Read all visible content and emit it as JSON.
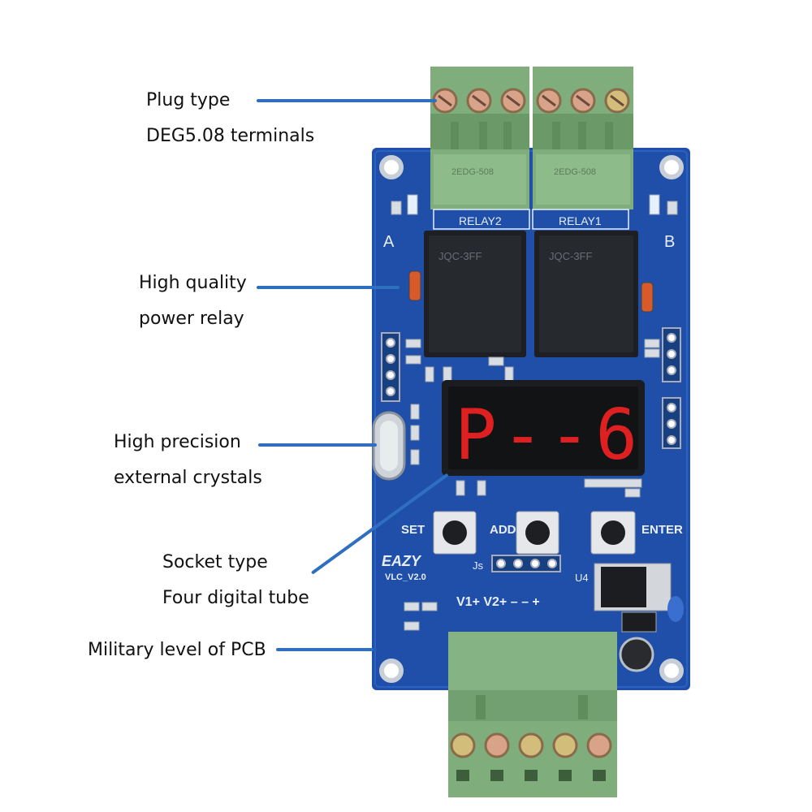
{
  "callouts": {
    "plug": [
      "Plug type",
      "DEG5.08 terminals"
    ],
    "relay": [
      "High quality",
      "power relay"
    ],
    "crystal": [
      "High precision",
      "external crystals"
    ],
    "tube": [
      "Socket type",
      "Four digital tube"
    ],
    "pcb": [
      "Military level of PCB"
    ]
  },
  "board": {
    "relay1": "RELAY1",
    "relay2": "RELAY2",
    "side_a": "A",
    "side_b": "B",
    "display": "P--6",
    "btn_set": "SET",
    "btn_add": "ADD",
    "btn_enter": "ENTER",
    "brand": "EAZY",
    "model": "VLC_V2.0",
    "inputs": "V1+  V2+  –  –  +",
    "terminal_text": "2EDG-508",
    "relay_text": "JQC-3FF",
    "u4": "U4",
    "js": "Js"
  },
  "colors": {
    "pcb": "#1f4fa8",
    "terminal": "#7fae7c",
    "relay": "#1d1f22",
    "digit": "#e02020",
    "callout_line": "#2f6fc0"
  }
}
